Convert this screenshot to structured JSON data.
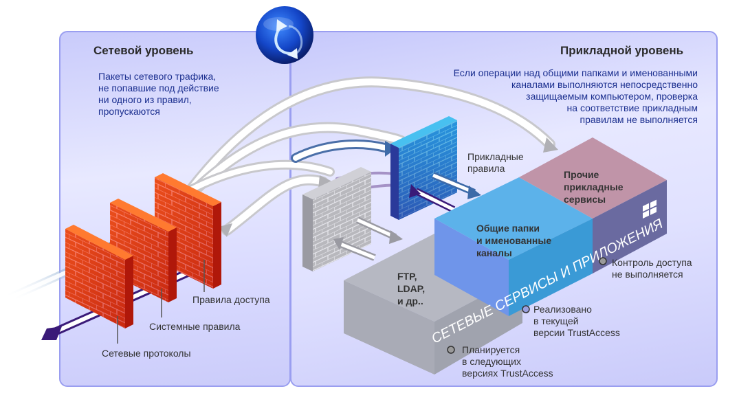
{
  "left_panel": {
    "title": "Сетевой уровень",
    "description": "Пакеты сетевого трафика,\nне попавшие под действие\nни одного из правил,\nпропускаются",
    "labels": {
      "access_rules": "Правила доступа",
      "system_rules": "Системные правила",
      "network_protocols": "Сетевые протоколы"
    }
  },
  "right_panel": {
    "title": "Прикладной уровень",
    "description": "Если операции над общими папками и именованными\nканалами выполняются непосредственно\nзащищаемым компьютером, проверка\nна соответствие прикладным\nправилам не выполняется",
    "labels": {
      "application_rules": "Прикладные\nправила",
      "other_services": "Прочие\nприкладные\nсервисы",
      "shared_folders": "Общие папки\nи именованные\nканалы",
      "ftp_ldap": "FTP,\nLDAP,\nи др..",
      "box_caption": "СЕТЕВЫЕ СЕРВИСЫ И ПРИЛОЖЕНИЯ"
    },
    "legend": [
      {
        "text": "Контроль доступа\nне выполняется",
        "marker_color": "#9a9a9a"
      },
      {
        "text": "Реализовано\nв текущей\nверсии TrustAccess",
        "marker_color": "#9aa0e0"
      },
      {
        "text": "Планируется\nв следующих\nверсиях TrustAccess",
        "marker_color": "#9a9a9a"
      }
    ]
  },
  "icons": {
    "sync_orb": "circular-arrows-icon",
    "windows_logo": "windows-logo-icon"
  },
  "colors": {
    "panel_border": "#9a9ef0",
    "brick_red": "#e8401c",
    "brick_blue": "#2e7fd0",
    "brick_gray": "#b9b9bf",
    "box_gray": "#b4b6c0",
    "box_blue": "#6f95ea",
    "box_pink": "#c094a8",
    "box_purple": "#6a6aa0",
    "description_text": "#1b2f8f"
  }
}
